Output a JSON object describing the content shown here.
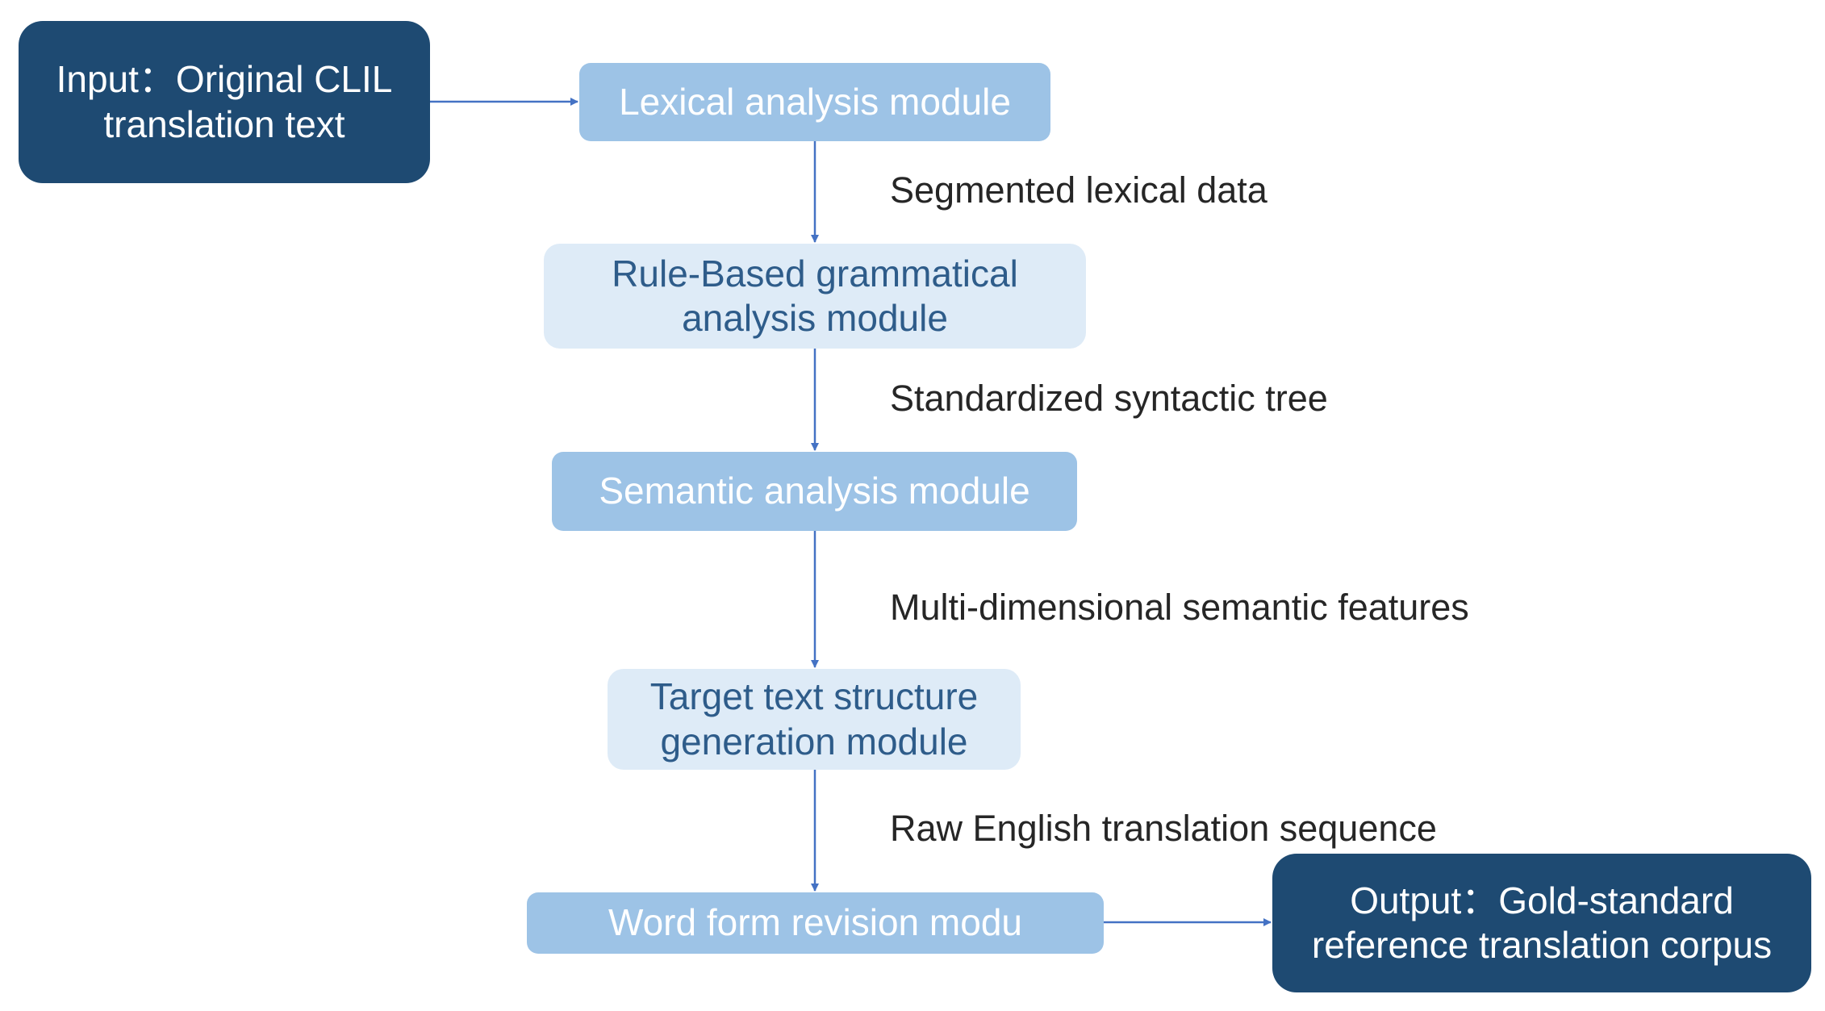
{
  "nodes": {
    "input": {
      "line1": "Input：Original CLIL",
      "line2": "translation text"
    },
    "lexical": {
      "label": "Lexical analysis module"
    },
    "grammar": {
      "line1": "Rule-Based grammatical",
      "line2": "analysis module"
    },
    "semantic": {
      "label": "Semantic analysis module"
    },
    "target": {
      "line1": "Target text structure",
      "line2": "generation module"
    },
    "wordform": {
      "label": "Word form revision modu"
    },
    "output": {
      "line1": "Output：Gold-standard",
      "line2": "reference translation corpus"
    }
  },
  "edges": {
    "lexical_to_grammar": "Segmented lexical data",
    "grammar_to_semantic": "Standardized syntactic tree",
    "semantic_to_target": "Multi-dimensional semantic features",
    "target_to_wordform": "Raw English translation sequence"
  },
  "colors": {
    "dark_node": "#1e4a72",
    "mid_node": "#9dc3e6",
    "light_node": "#deebf7",
    "light_node_text": "#2e5c8a",
    "arrow": "#4472c4"
  }
}
